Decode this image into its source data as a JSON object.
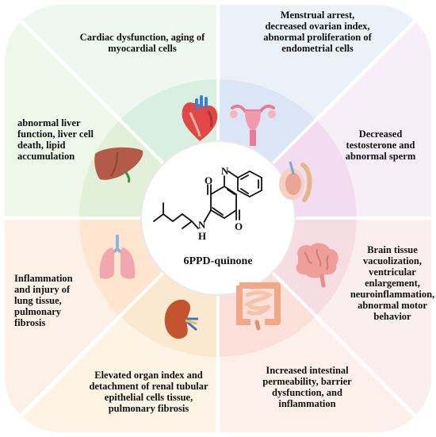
{
  "compound": {
    "name": "6PPD-quinone",
    "atom_o": "O",
    "atom_h": "H",
    "atom_n": "N"
  },
  "effects": [
    {
      "id": "cardiac",
      "text": "Cardiac dysfunction, aging of\nmyocardial cells",
      "icon": "heart-icon",
      "color": "#e7f3ec"
    },
    {
      "id": "reproductive-female",
      "text": "Menstrual arrest,\ndecreased ovarian index,\nabnormal proliferation of\nendometrial cells",
      "icon": "uterus-icon",
      "color": "#e6eef8"
    },
    {
      "id": "reproductive-male",
      "text": "Decreased\ntestosterone and\nabnormal sperm",
      "icon": "testis-icon",
      "color": "#f6ecf4"
    },
    {
      "id": "brain",
      "text": "Brain tissue\nvacuolization,\nventricular\nenlargement,\nneuroinflammation,\nabnormal motor\nbehavior",
      "icon": "brain-icon",
      "color": "#f8eaea"
    },
    {
      "id": "intestine",
      "text": "Increased intestinal\npermeability, barrier\ndysfunction, and\ninflammation",
      "icon": "intestine-icon",
      "color": "#fbeee8"
    },
    {
      "id": "kidney",
      "text": "Elevated organ index and\ndetachment of renal tubular\nepithelial cells  tissue,\npulmonary fibrosis",
      "icon": "kidney-icon",
      "color": "#fcf2e4"
    },
    {
      "id": "lung",
      "text": "Inflammation\nand injury of\nlung tissue,\npulmonary\nfibrosis",
      "icon": "lungs-icon",
      "color": "#fcefe4"
    },
    {
      "id": "liver",
      "text": "abnormal liver\nfunction, liver cell\ndeath, lipid\naccumulation",
      "icon": "liver-icon",
      "color": "#eef6ea"
    }
  ]
}
